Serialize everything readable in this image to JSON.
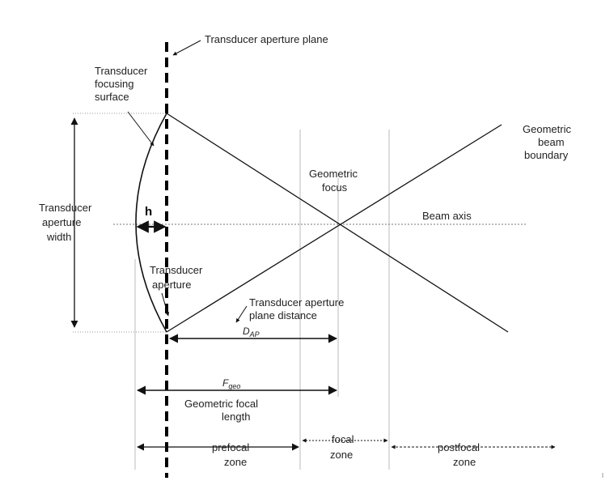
{
  "labels": {
    "aperture_plane": "Transducer aperture plane",
    "focusing_surface": [
      "Transducer",
      "focusing",
      "surface"
    ],
    "aperture_width": [
      "Transducer",
      "aperture",
      "width"
    ],
    "h": "h",
    "aperture": [
      "Transducer",
      "aperture"
    ],
    "aperture_plane_distance": [
      "Transducer aperture",
      "plane distance"
    ],
    "d_ap": "D",
    "d_ap_sub": "AP",
    "f_geo": "F",
    "f_geo_sub": "geo",
    "focal_length": [
      "Geometric focal",
      "length"
    ],
    "geometric_focus": [
      "Geometric",
      "focus"
    ],
    "beam_axis": "Beam axis",
    "beam_boundary": [
      "Geometric",
      "beam",
      "boundary"
    ],
    "prefocal": [
      "prefocal",
      "zone"
    ],
    "focal": [
      "focal",
      "zone"
    ],
    "postfocal": [
      "postfocal",
      "zone"
    ]
  },
  "colors": {
    "line": "#111111",
    "guide": "#bbbbbb",
    "text": "#222222"
  }
}
